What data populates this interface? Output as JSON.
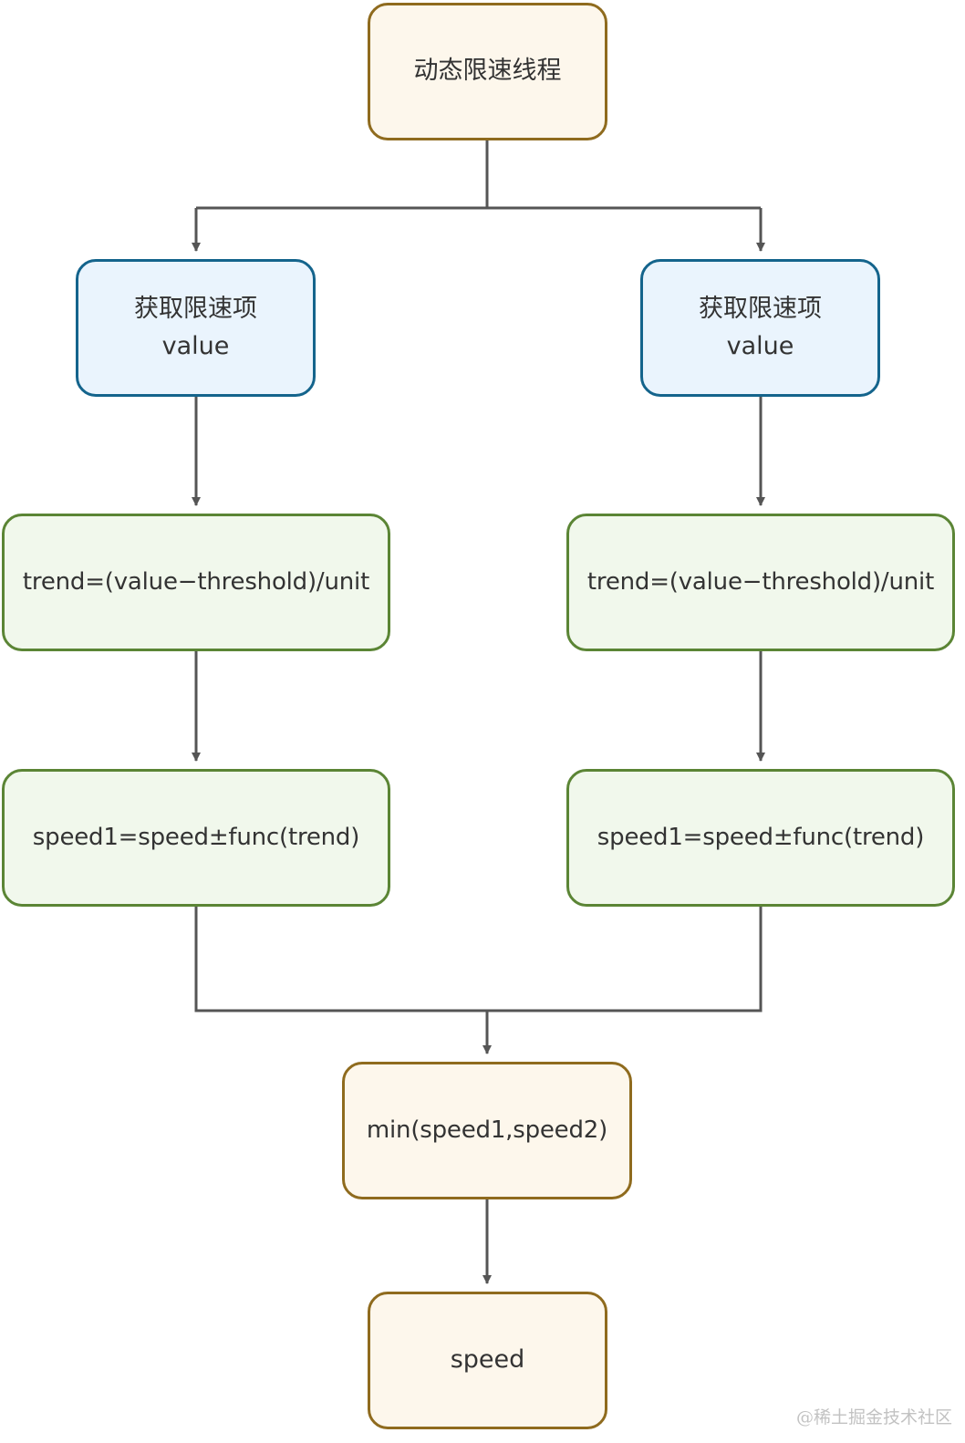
{
  "diagram": {
    "start": {
      "label": "动态限速线程"
    },
    "left": {
      "get": {
        "line1": "获取限速项",
        "line2": "value"
      },
      "trend": {
        "label": "trend=(value−threshold)/unit"
      },
      "speed": {
        "label": "speed1=speed±func(trend)"
      }
    },
    "right": {
      "get": {
        "line1": "获取限速项",
        "line2": "value"
      },
      "trend": {
        "label": "trend=(value−threshold)/unit"
      },
      "speed": {
        "label": "speed1=speed±func(trend)"
      }
    },
    "merge": {
      "label": "min(speed1,speed2)"
    },
    "end": {
      "label": "speed"
    }
  },
  "watermark": "@稀土掘金技术社区",
  "colors": {
    "connector": "#555555",
    "orange_fill": "#fdf7ec",
    "orange_border": "#8f6b1e",
    "blue_fill": "#eaf4fd",
    "blue_border": "#14648c",
    "green_fill": "#f1f8ec",
    "green_border": "#5b8535",
    "text": "#333333"
  }
}
